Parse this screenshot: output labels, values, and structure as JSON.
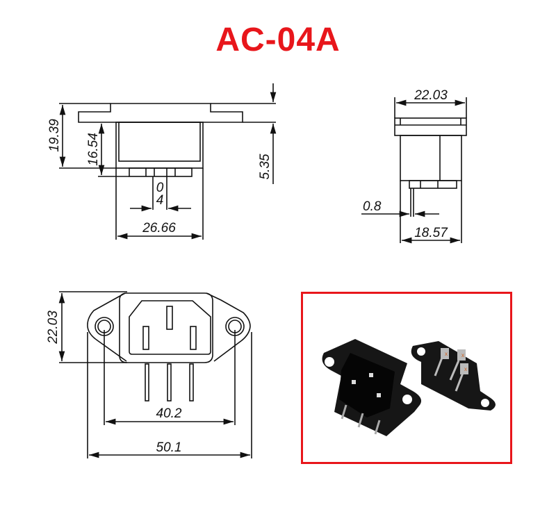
{
  "title": "AC-04A",
  "colors": {
    "title": "#e8161b",
    "photo_border": "#e8161b",
    "line": "#111111",
    "connector_body": "#161616"
  },
  "side_view": {
    "dim_total_height": "19.39",
    "dim_body_height": "16.54",
    "dim_flange_offset": "5.35",
    "dim_pin_slot": "0",
    "dim_pin_width": "4",
    "dim_body_width": "26.66"
  },
  "end_view": {
    "dim_flange_width": "22.03",
    "dim_pin_thickness": "0.8",
    "dim_body_depth": "18.57"
  },
  "front_view": {
    "dim_height": "22.03",
    "dim_hole_spacing": "40.2",
    "dim_total_width": "50.1"
  },
  "photo": {
    "description": "Two black AC-04A IEC C14 panel-mount sockets with screw flanges and solder terminals"
  }
}
